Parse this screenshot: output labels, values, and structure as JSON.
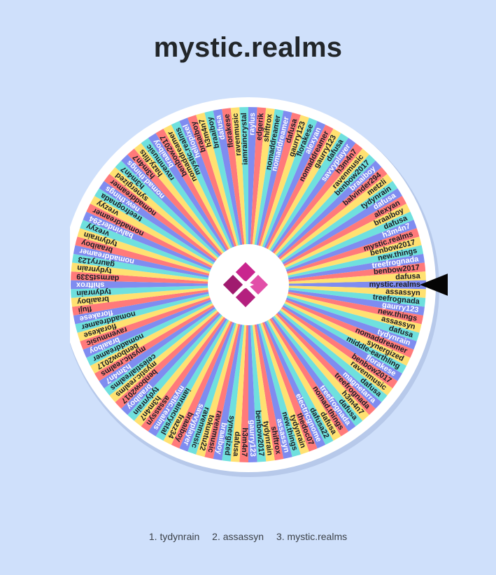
{
  "title": "mystic.realms",
  "selected_name": "mystic.realms",
  "wheel": {
    "segment_colors": [
      "#ff7a7a",
      "#ffe171",
      "#6fe0de",
      "#7f8cf0"
    ],
    "names": [
      "mystic.realms",
      "assassyn",
      "treefrognada",
      "gaurry123",
      "new.things",
      "assassyn",
      "dafusa",
      "tydynrain",
      "nomaddreamer",
      "synergized",
      "middle-earthling",
      "florakese",
      "benbow2017",
      "ravenmusic",
      "dafusa",
      "magnetarra",
      "treefrognada",
      "h3m4n7",
      "dafusa",
      "treefrognada",
      "nomad.things",
      "dafusa",
      "dafusa22",
      "electricgnome",
      "thedoc07",
      "tydynrain",
      "new.things",
      "assassyn",
      "shiftrox",
      "tydynrain",
      "benbow2017",
      "gaurry123",
      "h3m4n7",
      "dafusa",
      "synergized",
      "braaiboy",
      "ravenmusic",
      "tokuntu22",
      "ravenmusic",
      "savvyplayer",
      "braaiboy",
      "frazz34",
      "iamraincrystal",
      "mystic.realms",
      "assassyn",
      "h3m4n7",
      "tydynrain",
      "braaiboy",
      "benbow2017",
      "mystic.realms",
      "celestialrealms",
      "h3m4n7",
      "mystic.realms",
      "benbow2017",
      "nomaddreamer",
      "braaiboy",
      "ravenmusic",
      "florakese",
      "nomaddreamer",
      "florakese",
      "fluji",
      "braaiboy",
      "tydynrain",
      "shiftrox",
      "darmst5339",
      "tydynrain",
      "gaurry123",
      "nomaddreamer",
      "braaiboy",
      "tydynrain",
      "vrezyy",
      "balvinder294",
      "nomaddreamer",
      "vrezyy",
      "treefrognada",
      "new.things",
      "nomaddreamer",
      "synergized",
      "h3m4n7",
      "nomad.things",
      "h3m4n7",
      "hazy.flits",
      "ravenmusic",
      "braaiboy",
      "benbow2017",
      "nomaddreamer",
      "mystic.realms",
      "heliopixel",
      "braaiboy",
      "h3m4n7",
      "braaiboy",
      "dafusa",
      "florakese",
      "ravenmusic",
      "iamraincrystal",
      "raylus",
      "edgerik",
      "shiftrox",
      "nomaddreamer",
      "nomaddreamer",
      "dafusa",
      "gaurry123",
      "florakese",
      "alexyan",
      "nomaddreamer",
      "gaurry123",
      "dafusa",
      "savvyplayer",
      "h3m4n7",
      "ravenmusic",
      "benbow2017",
      "braaiboy",
      "balvinder294",
      "metzli",
      "tydynrain",
      "dafusa",
      "alexyan",
      "braaiboy",
      "dafusa",
      "h3m4n7",
      "mystic.realms",
      "benbow2017",
      "new.things",
      "treefrognada",
      "benbow2017",
      "dafusa"
    ]
  },
  "ranking": [
    "1. tydynrain",
    "2. assassyn",
    "3. mystic.realms"
  ]
}
